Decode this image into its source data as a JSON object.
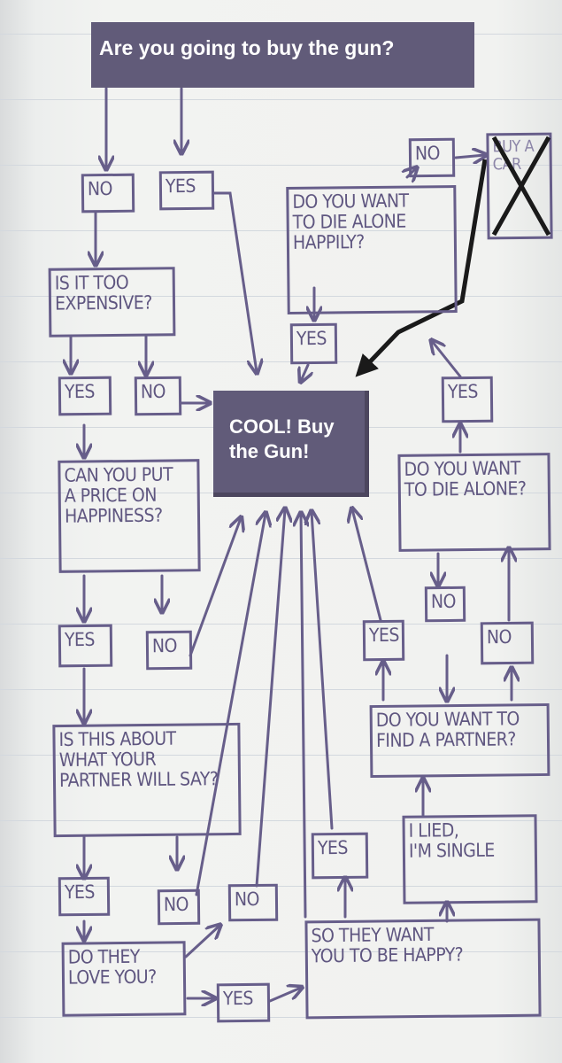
{
  "title": "Are you going to buy the gun?",
  "outcome": "COOL! Buy the Gun!",
  "crossed_out": "BUY A CAR",
  "questions": {
    "too_expensive": "IS IT TOO\nEXPENSIVE?",
    "price_on_happiness": "CAN YOU PUT\nA PRICE ON\nHAPPINESS?",
    "partner_say": "IS THIS ABOUT\nWHAT YOUR\nPARTNER WILL SAY?",
    "love_you": "DO THEY\nLOVE YOU?",
    "want_you_happy": "SO THEY WANT\nYOU TO BE HAPPY?",
    "lied_single": "I LIED,\nI'M SINGLE",
    "find_partner": "DO YOU WANT TO\nFIND A PARTNER?",
    "die_alone": "DO YOU WANT\nTO DIE ALONE?",
    "die_alone_happily": "DO YOU WANT\nTO DIE ALONE\nHAPPILY?"
  },
  "answers": {
    "no_start": "NO",
    "yes_start": "YES",
    "yes_expensive": "YES",
    "no_expensive": "NO",
    "yes_price": "YES",
    "no_price": "NO",
    "yes_partner": "YES",
    "no_partner": "NO",
    "no_love": "NO",
    "yes_love": "YES",
    "yes_happy": "YES",
    "yes_find": "YES",
    "no_find": "NO",
    "no_die_alone": "NO",
    "yes_die_alone": "YES",
    "yes_happily": "YES",
    "no_happily": "NO"
  },
  "colors": {
    "ink": "#675e8a",
    "label_fill": "#615b79",
    "label_text": "#ffffff",
    "override_arrow": "#1a1a1a"
  }
}
